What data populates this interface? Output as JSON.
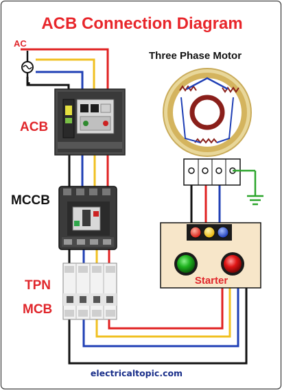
{
  "title": "ACB Connection Diagram",
  "labels": {
    "ac": "AC",
    "motor": "Three Phase Motor",
    "acb": "ACB",
    "mccb": "MCCB",
    "tpn_line1": "TPN",
    "tpn_line2": "MCB",
    "starter": "Starter"
  },
  "footer": "electricaltopic.com",
  "colors": {
    "title_text": "#e8262b",
    "label_red": "#e0262b",
    "dark_label": "#111111",
    "phase_red": "#e02020",
    "phase_yellow": "#f0c020",
    "phase_blue": "#1f3fb5",
    "neutral_black": "#111111",
    "earth_green": "#2aa52a",
    "footer_text": "#1a2f8a"
  },
  "icons": [
    "ac-source-icon",
    "ground-icon",
    "green-start-button-icon",
    "red-stop-button-icon",
    "indicator-lamp-icon"
  ]
}
